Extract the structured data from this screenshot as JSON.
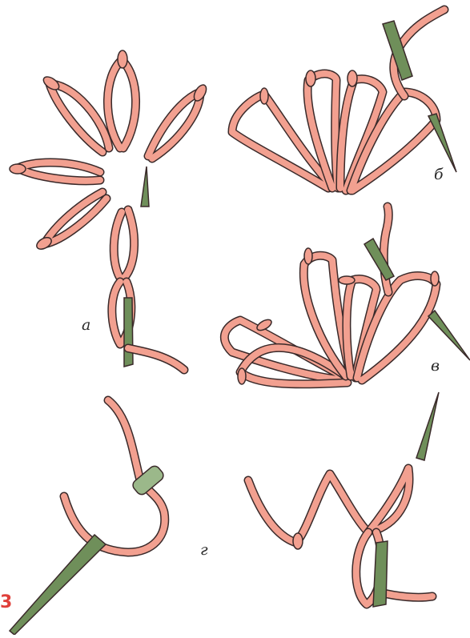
{
  "figure_number": "3",
  "panels": {
    "a": {
      "label": "а"
    },
    "b": {
      "label": "б"
    },
    "v": {
      "label": "в"
    },
    "g": {
      "label": "г"
    }
  },
  "colors": {
    "thread_fill": "#f2a090",
    "thread_outline": "#3a2a2a",
    "needle": "#6f8f5a",
    "needle_dark": "#4b6640",
    "label_red": "#e0403a"
  },
  "icons": [
    "needle-icon",
    "lazy-daisy-stitch-icon",
    "chain-stitch-icon"
  ]
}
